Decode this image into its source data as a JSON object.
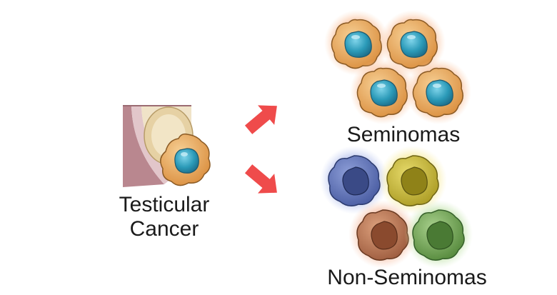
{
  "labels": {
    "testicular_line1": "Testicular",
    "testicular_line2": "Cancer",
    "seminomas": "Seminomas",
    "non_seminomas": "Non-Seminomas"
  },
  "colors": {
    "arrow": "#ef4b4b",
    "seminoma_cell": "#e8a24c",
    "seminoma_glow": "#f7a06a",
    "seminoma_nucleus": "#2b9ab8",
    "nonsem_blue": "#5b6fb8",
    "nonsem_yellow": "#c8b833",
    "nonsem_brown": "#b8704a",
    "nonsem_green": "#6ea24e",
    "tissue_pink": "#c9a0a8",
    "tissue_tan": "#e9d7b4"
  },
  "icons": [
    "testis-cross-section-icon",
    "arrow-up-right-icon",
    "arrow-down-right-icon",
    "cell-icon"
  ]
}
